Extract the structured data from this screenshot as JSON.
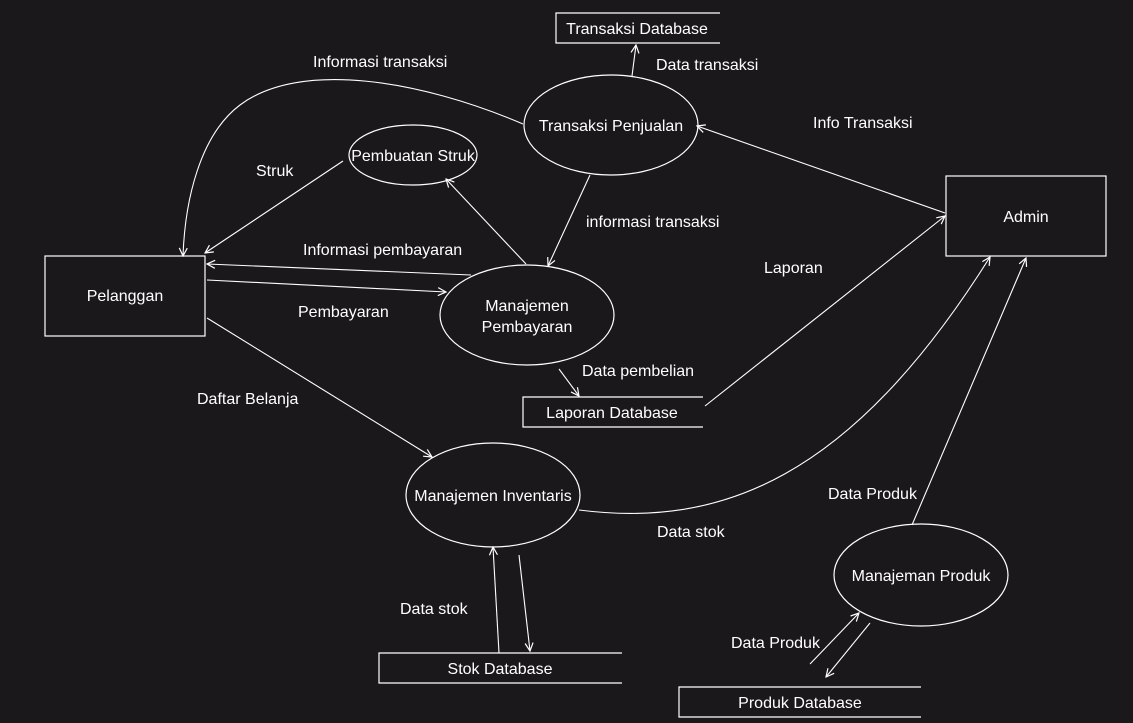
{
  "colors": {
    "background": "#1b181c",
    "stroke": "#ffffff",
    "text": "#ffffff"
  },
  "entities": {
    "pelanggan": "Pelanggan",
    "admin": "Admin"
  },
  "processes": {
    "transaksi_penjualan": "Transaksi Penjualan",
    "pembuatan_struk": "Pembuatan Struk",
    "manajemen_pembayaran_line1": "Manajemen",
    "manajemen_pembayaran_line2": "Pembayaran",
    "manajemen_inventaris": "Manajemen Inventaris",
    "manajeman_produk": "Manajeman Produk"
  },
  "datastores": {
    "transaksi_database": "Transaksi Database",
    "laporan_database": "Laporan Database",
    "stok_database": "Stok Database",
    "produk_database": "Produk Database"
  },
  "flows": {
    "informasi_transaksi_top": "Informasi transaksi",
    "data_transaksi": "Data transaksi",
    "info_transaksi": "Info Transaksi",
    "struk": "Struk",
    "informasi_transaksi_mid": "informasi transaksi",
    "informasi_pembayaran": "Informasi pembayaran",
    "laporan": "Laporan",
    "pembayaran": "Pembayaran",
    "data_pembelian": "Data pembelian",
    "daftar_belanja": "Daftar Belanja",
    "data_produk_upper": "Data Produk",
    "data_stok_right": "Data stok",
    "data_stok_left": "Data stok",
    "data_produk_lower": "Data Produk"
  }
}
